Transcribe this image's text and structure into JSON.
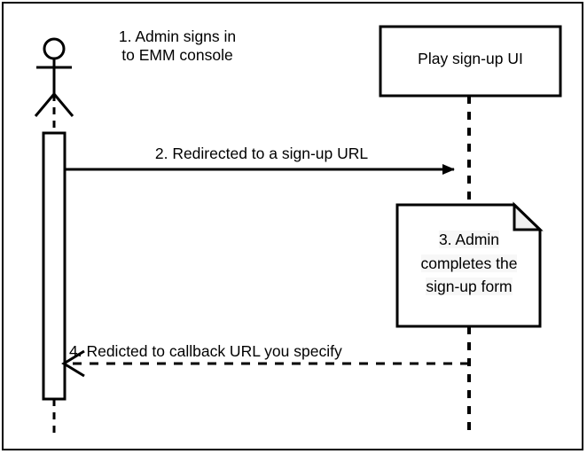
{
  "diagram": {
    "type": "uml-sequence-diagram",
    "title": "Play sign-up flow",
    "background_color": "#ffffff",
    "stroke_color": "#000000",
    "note_fold_color": "#f0f0f0",
    "text_highlight_color": "#f7f7f7"
  },
  "actor": {
    "name": "admin-actor",
    "icon": "stick-figure-icon",
    "caption_line1": "1. Admin signs in",
    "caption_line2": "to EMM console",
    "lifeline_style": "dashed",
    "activation_bar": true
  },
  "participants": [
    {
      "id": "play-signup-ui",
      "label": "Play sign-up UI",
      "shape": "rectangle",
      "lifeline_style": "dashed"
    }
  ],
  "messages": [
    {
      "id": "msg-2",
      "label": "2. Redirected to a sign-up URL",
      "direction": "right",
      "line_style": "solid",
      "arrowhead": "filled",
      "from": "admin-actor",
      "to": "play-signup-ui"
    },
    {
      "id": "msg-4",
      "label": "4. Redicted to callback URL you specify",
      "direction": "left",
      "line_style": "dashed",
      "arrowhead": "open",
      "from": "play-signup-ui",
      "to": "admin-actor"
    }
  ],
  "notes": [
    {
      "id": "note-3",
      "shape": "folded-corner-note",
      "attached_to": "play-signup-ui",
      "line1": "3. Admin",
      "line2": "completes the",
      "line3": "sign-up form"
    }
  ]
}
